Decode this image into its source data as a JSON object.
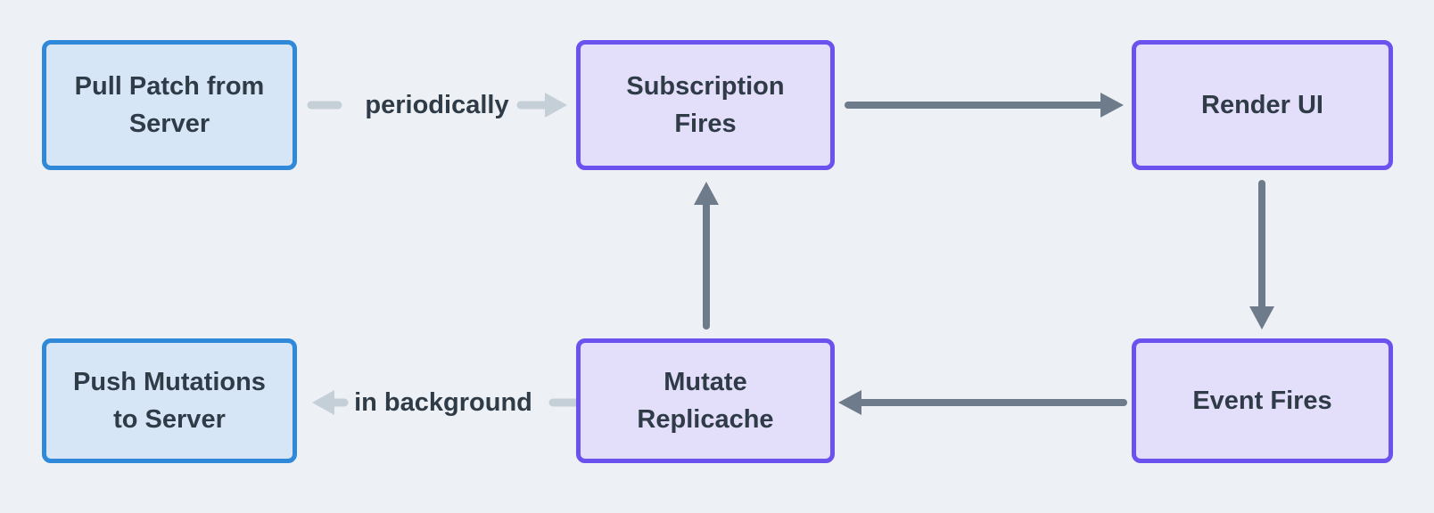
{
  "colors": {
    "background": "#edf1f5",
    "blue_node_fill": "#d7e6f7",
    "blue_node_border": "#2f88d8",
    "purple_node_fill": "#e3defa",
    "purple_node_border": "#6b51ee",
    "solid_arrow": "#6e7b8a",
    "dashed_arrow": "#c5cfd8",
    "text": "#2f3b47"
  },
  "nodes": {
    "pull_patch": {
      "label": "Pull Patch from\nServer"
    },
    "subscription_fires": {
      "label": "Subscription\nFires"
    },
    "render_ui": {
      "label": "Render UI"
    },
    "push_mutations": {
      "label": "Push Mutations\nto Server"
    },
    "mutate_replicache": {
      "label": "Mutate\nReplicache"
    },
    "event_fires": {
      "label": "Event Fires"
    }
  },
  "edges": {
    "pull_to_subscription": {
      "label": "periodically",
      "style": "dashed",
      "direction": "right"
    },
    "subscription_to_render": {
      "label": "",
      "style": "solid",
      "direction": "right"
    },
    "render_to_event": {
      "label": "",
      "style": "solid",
      "direction": "down"
    },
    "event_to_mutate": {
      "label": "",
      "style": "solid",
      "direction": "left"
    },
    "mutate_to_subscription": {
      "label": "",
      "style": "solid",
      "direction": "up"
    },
    "mutate_to_push": {
      "label": "in background",
      "style": "dashed",
      "direction": "left"
    }
  }
}
